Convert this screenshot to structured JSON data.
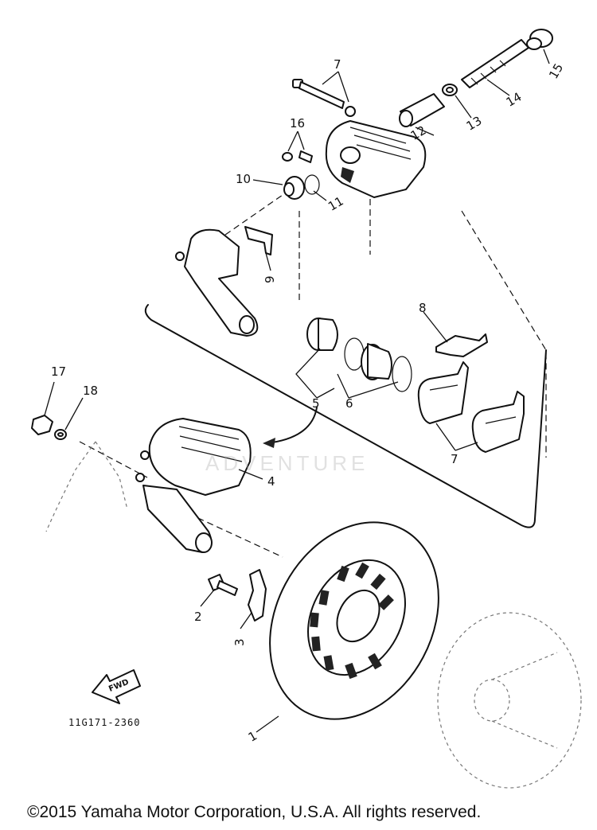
{
  "diagram": {
    "callouts": {
      "c1": "1",
      "c2": "2",
      "c3": "3",
      "c4": "4",
      "c5": "5",
      "c6": "6",
      "c7_top": "7",
      "c7_bottom": "7",
      "c8": "8",
      "c9": "9",
      "c10": "10",
      "c11": "11",
      "c12": "12",
      "c13": "13",
      "c14": "14",
      "c15": "15",
      "c16": "16",
      "c17": "17",
      "c18": "18"
    },
    "part_code": "11G171-2360",
    "forward_label": "FWD"
  },
  "watermark": {
    "text": "ADVENTURE"
  },
  "footer": {
    "copyright": "©2015 Yamaha Motor Corporation, U.S.A. All rights reserved."
  }
}
